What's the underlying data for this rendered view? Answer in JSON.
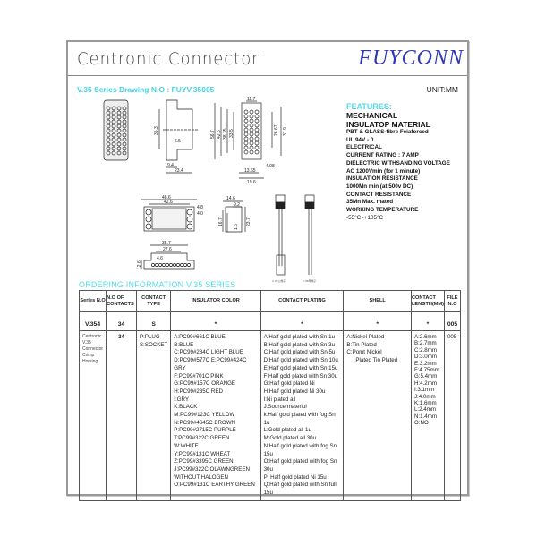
{
  "header": {
    "title": "Centronic Connector",
    "brand": "FUYCONN",
    "series": "V.35 Series   Drawing N.O : FUYV.35005",
    "unit": "UNIT:MM"
  },
  "drawing": {
    "dims": [
      "11.7",
      "35.3",
      "6.5",
      "9.4",
      "23.4",
      "56.7",
      "42.6",
      "38.35",
      "33.5",
      "26.67",
      "31.9",
      "4.08",
      "13.65",
      "19.6",
      "48.6",
      "42.6",
      "14.6",
      "9.2",
      "16.7",
      "23.7",
      "35.7",
      "27.6",
      "4.6",
      "12.6",
      "1.6",
      "4.8",
      "4.0"
    ],
    "captions": [
      "C.35公端子",
      "C.35母端子"
    ]
  },
  "features": {
    "heading": "FEATURES:",
    "lines": [
      "MECHANICAL",
      "INSULATOP MATERIAL",
      "PBT & GLASS-fibre Feiaforced",
      "UL 94V - 0",
      "ELECTRICAL",
      "CURRENT RATING : 7 AMP",
      "DIELECTRIC WITHSANDING VOLTAGE",
      "AC 1200Vmin (for 1 minute)",
      "INSULATION RESISTANCE",
      "1000Mn min (at 500v DC)",
      "CONTACT RESISTANCE",
      "35Mn Max. mated",
      "WORKING TEMPERATURE",
      "-55°C~+105°C"
    ]
  },
  "ordering": {
    "title": "ORDERING INFORMATION V.35 SERIES",
    "headers": [
      "Series N.O",
      "N.O OF CONTACTS",
      "CONTACT TYPE",
      "INSULATOR COLOR",
      "CONTACT PLATING",
      "SHELL",
      "CONTACT LENGTH(MM)",
      "FILE N.O"
    ],
    "selection": [
      "V.354",
      "34",
      "S",
      "*",
      "*",
      "*",
      "*",
      "005"
    ],
    "series_desc": [
      "Centronic",
      "V.35",
      "Connector",
      "Crimp",
      "Horsing"
    ],
    "contacts": "34",
    "contact_types": [
      "P:PLUG",
      "S:SOCKET"
    ],
    "insulator_colors": [
      "A:PC99#661C BLUE",
      "B:BLUE",
      "C:PC99#284C LIGHT BLUE",
      "D:PC99#577C E:PC99#424C GRY",
      "F:PC99#701C PINK",
      "G:PC99#157C ORANGE",
      "H:PC99#235C RED",
      "I:GRY",
      "K:BLACK",
      "M:PC99#123C  YELLOW",
      "N:PC99#4645C BROWN",
      "P:PC99#2715C PURPLE",
      "T:PC99#322C GREEN",
      "W:WHITE",
      "Y:PC99#131C WHEAT",
      "Z:PC99#3395C GREEN",
      "J:PC99#322C OLAWNGREEN WITHOUT HALOGEN",
      "O:PC99#131C EARTHY GREEN"
    ],
    "platings": [
      "A:Half gold plated with Sn 1u",
      "B:Half gold plated with Sn 3u",
      "C:Half gold plated with Sn 5u",
      "D:Half gold plated with Sn 10u",
      "E:Half gold plated with Sn 15u",
      "F:Half gold plated with Sn 30u",
      "G:Half gold plated Ni",
      "H:Half gold plated Ni 30u",
      "I:Ni plated all",
      "J:Source materiul",
      "k:Half gold plated with fog Sn 1u",
      "L:Gold plated all 1u",
      "M:Gold plated all 30u",
      "N:Half gold plated with fog Sn 15u",
      "O:Half gold plated with fog Sn 30u",
      "P:  Half gold plated Ni 15u",
      "Q:Half gold plated with Sn full 15u"
    ],
    "shells": [
      "A:Nickel Plated",
      "B:Tin Plated",
      "C:Pomt Nickel",
      "Plated Tin Plated"
    ],
    "lengths": [
      "A:2.6mm",
      "B:2.7mm",
      "C:2.8mm",
      "D:3.0mm",
      "E:3.2mm",
      "F:4.75mm",
      "G:5.4mm",
      "H:4.2mm",
      "I:3.1mm",
      "J:4.0mm",
      "K:1.6mm",
      "L:2.4mm",
      "N:1.4mm",
      "O:NO"
    ],
    "file_no": "005"
  }
}
